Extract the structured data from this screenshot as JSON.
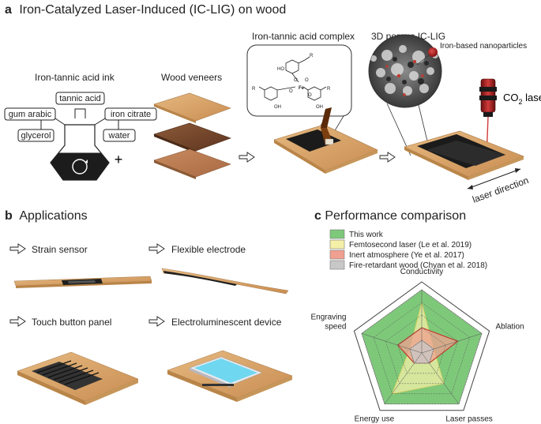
{
  "panel_a": {
    "letter": "a",
    "title": "Iron-Catalyzed Laser-Induced (IC-LIG) on wood",
    "ink_label": "Iron-tannic acid ink",
    "ink_components": [
      "tannic acid",
      "gum arabic",
      "iron citrate",
      "glycerol",
      "water"
    ],
    "plus": "+",
    "veneers_label": "Wood veneers",
    "complex_label": "Iron-tannic acid complex",
    "molecule_atoms": {
      "ho": "HO",
      "oh": "OH",
      "o": "O",
      "fe": "Fe",
      "r": "R"
    },
    "porous_label": "3D porous IC-LIG",
    "nanoparticles_label": "Iron-based nanoparticles",
    "laser_label": "CO",
    "laser_subscript": "2",
    "laser_word": " laser",
    "direction_label": "laser direction",
    "colors": {
      "wood": "#d9a86a",
      "wood_dark": "#7a4a2e",
      "lig": "#1a1a1a",
      "laser": "#c0392b"
    }
  },
  "panel_b": {
    "letter": "b",
    "title": "Applications",
    "items": [
      "Strain sensor",
      "Flexible electrode",
      "Touch button panel",
      "Electroluminescent device"
    ],
    "colors": {
      "el_glow": "#6fd8f0"
    }
  },
  "panel_c": {
    "letter": "c",
    "title": "Performance comparison",
    "chart_data": {
      "type": "radar",
      "axes": [
        "Conductivity",
        "Ablation",
        "Laser passes",
        "Energy use",
        "Engraving speed"
      ],
      "range": [
        0,
        5
      ],
      "levels": 5,
      "series": [
        {
          "name": "This work",
          "values": [
            5,
            5,
            5,
            5,
            5
          ],
          "color": "#7ec87a"
        },
        {
          "name": "Femtosecond laser (Le et al. 2019)",
          "values": [
            4,
            1,
            3,
            4,
            1
          ],
          "color": "#f4f0a8"
        },
        {
          "name": "Inert atmosphere (Ye et al. 2017)",
          "values": [
            2,
            3,
            1,
            1,
            2
          ],
          "color": "#f0a090"
        },
        {
          "name": "Fire-retardant wood (Chyan et al. 2018)",
          "values": [
            1,
            1,
            1,
            1,
            1
          ],
          "color": "#c8c8c8"
        }
      ]
    }
  }
}
